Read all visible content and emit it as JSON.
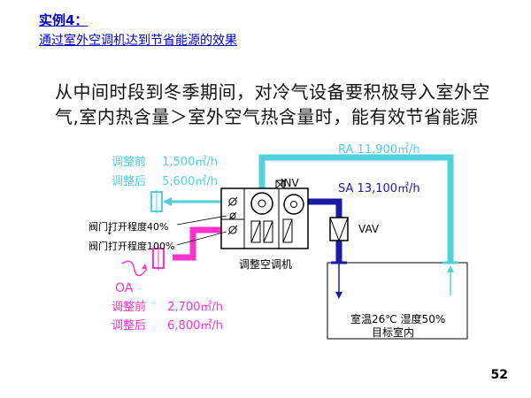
{
  "header": {
    "title": "实例4：",
    "subtitle": "通过室外空调机达到节省能源的效果"
  },
  "description": {
    "line1": "从中间时段到冬季期间，对冷气设备要积极导入室外空",
    "line2": "气,室内热含量＞室外空气热含量时，能有效节省能源"
  },
  "diagram": {
    "ra": {
      "label": "RA",
      "value": "11,900㎡/h"
    },
    "sa": {
      "label": "SA",
      "value": "13,100㎡/h"
    },
    "inv_label": "INV",
    "vav_label": "VAV",
    "ac_unit_label": "调整空调机",
    "exhaust": {
      "before_label": "调整前",
      "before_value": "1,500㎡/h",
      "after_label": "调整后",
      "after_value": "5,600㎡/h"
    },
    "oa": {
      "label": "OA",
      "before_label": "调整前",
      "before_value": "2,700㎡/h",
      "after_label": "调整后",
      "after_value": "6,800㎡/h"
    },
    "valve1": {
      "label": "阀门打开程度",
      "value": "40%"
    },
    "valve2": {
      "label": "阀门打开程度",
      "value": "100%"
    },
    "room": {
      "conditions": "室温26℃  湿度50%",
      "name": "目标室内"
    },
    "colors": {
      "return_air": "#4fd2dc",
      "supply_air": "#1a1aa6",
      "outdoor_air": "#ff33cc"
    }
  },
  "page_number": "52"
}
